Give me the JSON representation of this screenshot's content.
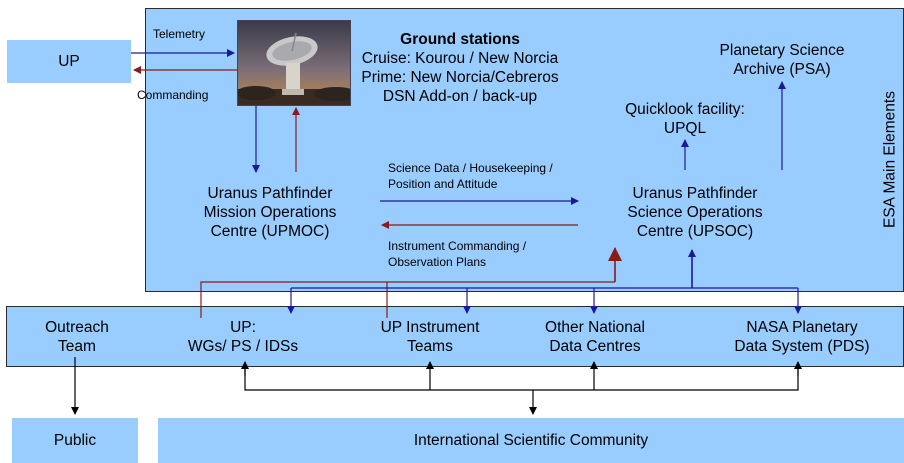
{
  "colors": {
    "box_fill": "#99ccff",
    "arrow_blue": "#1a1a99",
    "arrow_red": "#8b1a1a",
    "arrow_black": "#000000"
  },
  "up_box": {
    "label": "UP"
  },
  "telemetry_label": "Telemetry",
  "commanding_label": "Commanding",
  "ground_stations": {
    "title": "Ground stations",
    "lines": [
      "Cruise: Kourou / New Norcia",
      "Prime: New Norcia/Cebreros",
      "DSN Add-on / back-up"
    ]
  },
  "psa": {
    "lines": [
      "Planetary Science",
      "Archive (PSA)"
    ]
  },
  "upql": {
    "lines": [
      "Quicklook facility:",
      "UPQL"
    ]
  },
  "upmoc": {
    "lines": [
      "Uranus Pathfinder",
      "Mission Operations",
      "Centre (UPMOC)"
    ]
  },
  "upsoc": {
    "lines": [
      "Uranus Pathfinder",
      "Science Operations",
      "Centre (UPSOC)"
    ]
  },
  "science_data_label": {
    "lines": [
      "Science Data / Housekeeping /",
      "Position and Attitude"
    ]
  },
  "instrument_cmd_label": {
    "lines": [
      "Instrument Commanding /",
      "Observation Plans"
    ]
  },
  "esa_label": "ESA Main Elements",
  "bottom_row": {
    "outreach": {
      "lines": [
        "Outreach",
        "Team"
      ]
    },
    "up_wgs": {
      "lines": [
        "UP:",
        "WGs/  PS / IDSs"
      ]
    },
    "instrument_teams": {
      "lines": [
        "UP Instrument",
        "Teams"
      ]
    },
    "national_centres": {
      "lines": [
        "Other National",
        "Data Centres"
      ]
    },
    "nasa_pds": {
      "lines": [
        "NASA Planetary",
        "Data System (PDS)"
      ]
    }
  },
  "public": {
    "label": "Public"
  },
  "community": {
    "label": "International Scientific Community"
  }
}
